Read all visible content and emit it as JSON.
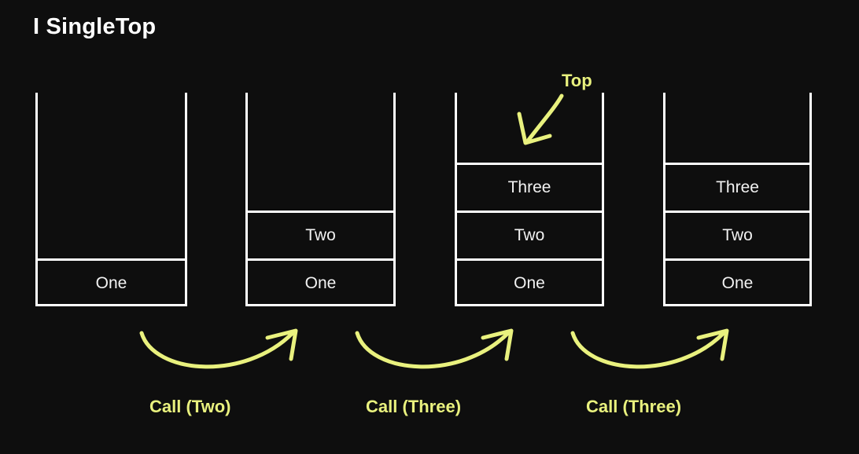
{
  "slide": {
    "title": "I SingleTop",
    "background_color": "#0e0e0e",
    "stack_color": "#ffffff",
    "accent_color": "#e9f17e"
  },
  "stacks": [
    {
      "id": "stack-1",
      "name": "stack-empty-then-one",
      "cells": [
        "One"
      ]
    },
    {
      "id": "stack-2",
      "name": "stack-one-two",
      "cells": [
        "One",
        "Two"
      ]
    },
    {
      "id": "stack-3",
      "name": "stack-one-two-three-with-top-marker",
      "cells": [
        "One",
        "Two",
        "Three"
      ]
    },
    {
      "id": "stack-4",
      "name": "stack-one-two-three",
      "cells": [
        "One",
        "Two",
        "Three"
      ]
    }
  ],
  "annotations": {
    "top_marker": "Top",
    "transitions": [
      {
        "label": "Call (Two)"
      },
      {
        "label": "Call (Three)"
      },
      {
        "label": "Call (Three)"
      }
    ]
  }
}
